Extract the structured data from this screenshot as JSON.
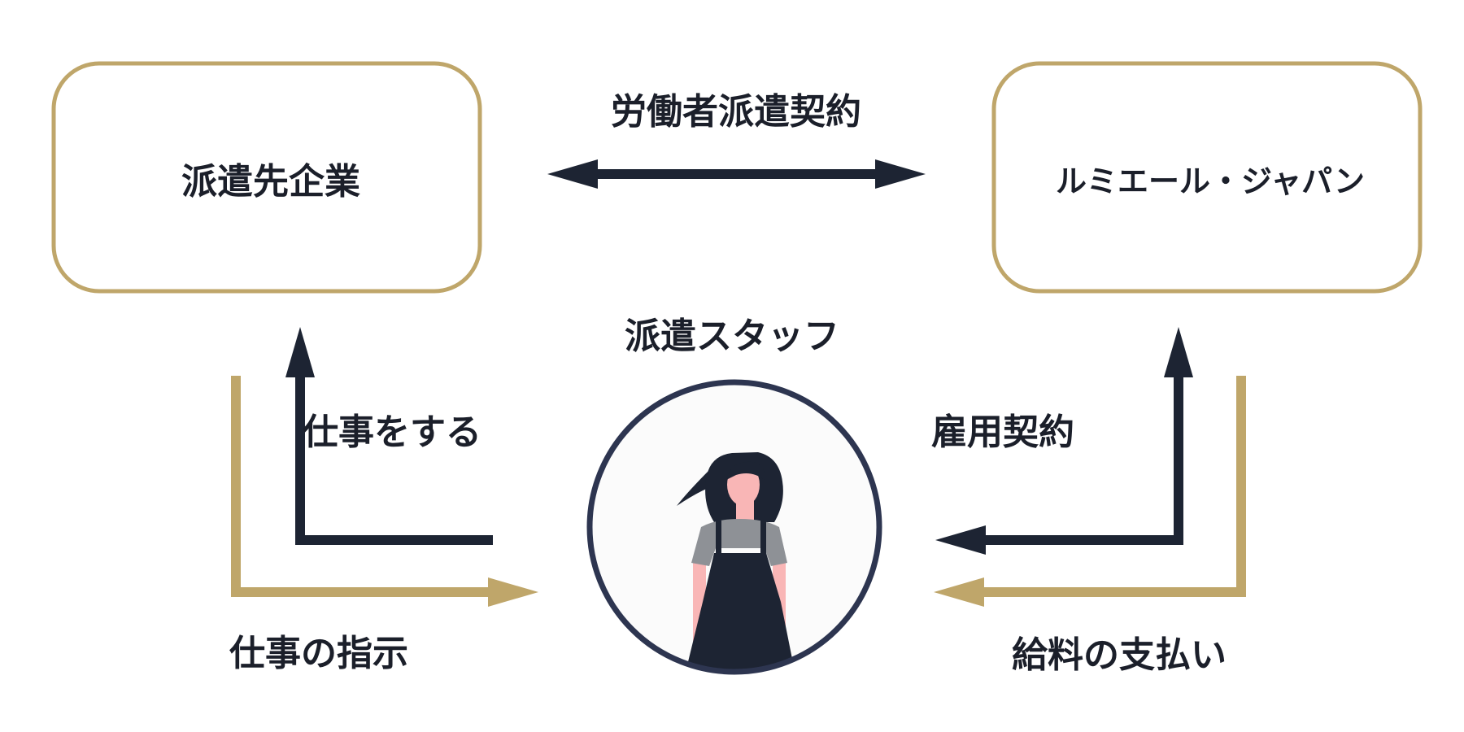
{
  "nodes": {
    "client_company": "派遣先企業",
    "agency": "ルミエール・ジャパン",
    "staff": "派遣スタッフ"
  },
  "edges": {
    "dispatch_contract": "労働者派遣契約",
    "do_work": "仕事をする",
    "work_instructions": "仕事の指示",
    "employment_contract": "雇用契約",
    "salary_payment": "給料の支払い"
  },
  "colors": {
    "gold": "#bfa66a",
    "navy": "#1d2433",
    "circle": "#2d3550",
    "skin": "#f9b6b6",
    "shirt": "#8e9196",
    "hair": "#1d2433"
  }
}
